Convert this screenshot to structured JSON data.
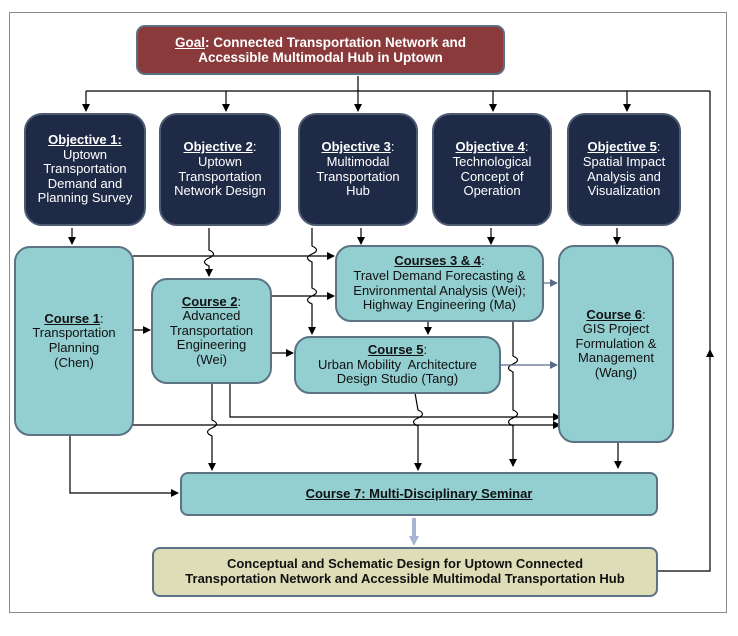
{
  "goal": {
    "label": "Goal",
    "text_line1": ": Connected Transportation Network and",
    "text_line2": "Accessible Multimodal Hub in Uptown"
  },
  "objectives": [
    {
      "label": "Objective 1:",
      "lines": [
        "Uptown",
        "Transportation",
        "Demand and",
        "Planning Survey"
      ]
    },
    {
      "label": "Objective 2",
      "suffix": ":",
      "lines": [
        "Uptown",
        "Transportation",
        "Network Design"
      ]
    },
    {
      "label": "Objective 3",
      "suffix": ":",
      "lines": [
        "Multimodal",
        "Transportation",
        "Hub"
      ]
    },
    {
      "label": "Objective 4",
      "suffix": ":",
      "lines": [
        "Technological",
        "Concept of",
        "Operation"
      ]
    },
    {
      "label": "Objective 5",
      "suffix": ":",
      "lines": [
        "Spatial Impact",
        "Analysis and",
        "Visualization"
      ]
    }
  ],
  "courses": {
    "c1": {
      "label": "Course 1",
      "suffix": ":",
      "lines": [
        "Transportation",
        "Planning",
        "(Chen)"
      ]
    },
    "c2": {
      "label": "Course 2",
      "suffix": ":",
      "lines": [
        "Advanced",
        "Transportation",
        "Engineering",
        "(Wei)"
      ]
    },
    "c34": {
      "label": "Courses 3 & 4",
      "suffix": ":",
      "lines": [
        "Travel Demand Forecasting &",
        "Environmental Analysis (Wei);",
        "Highway Engineering (Ma)"
      ]
    },
    "c5": {
      "label": "Course 5",
      "suffix": ":",
      "lines": [
        "Urban Mobility  Architecture",
        "Design Studio (Tang)"
      ]
    },
    "c6": {
      "label": "Course 6",
      "suffix": ":",
      "lines": [
        "GIS Project",
        "Formulation &",
        "Management",
        "(Wang)"
      ]
    },
    "c7": {
      "label": "Course 7: Multi-Disciplinary Seminar"
    }
  },
  "final": {
    "line1": "Conceptual and Schematic Design for Uptown Connected",
    "line2": "Transportation Network and Accessible Multimodal Transportation Hub"
  },
  "colors": {
    "goal": "#8b3a3c",
    "objective": "#1f2a47",
    "course": "#93ced0",
    "final": "#ddddb8",
    "border": "#5b7383"
  }
}
